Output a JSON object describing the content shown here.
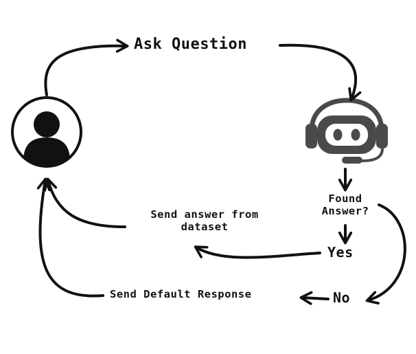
{
  "diagram": {
    "ask_question": "Ask Question",
    "found_answer": {
      "line1": "Found",
      "line2": "Answer?"
    },
    "yes_label": "Yes",
    "no_label": "No",
    "send_answer": {
      "line1": "Send answer from",
      "line2": "dataset"
    },
    "send_default": "Send Default Response"
  },
  "icons": {
    "user": "user-avatar-icon",
    "bot": "chatbot-headset-icon"
  },
  "colors": {
    "ink": "#111111",
    "bot_gray": "#4a4a4a",
    "background": "#ffffff"
  }
}
